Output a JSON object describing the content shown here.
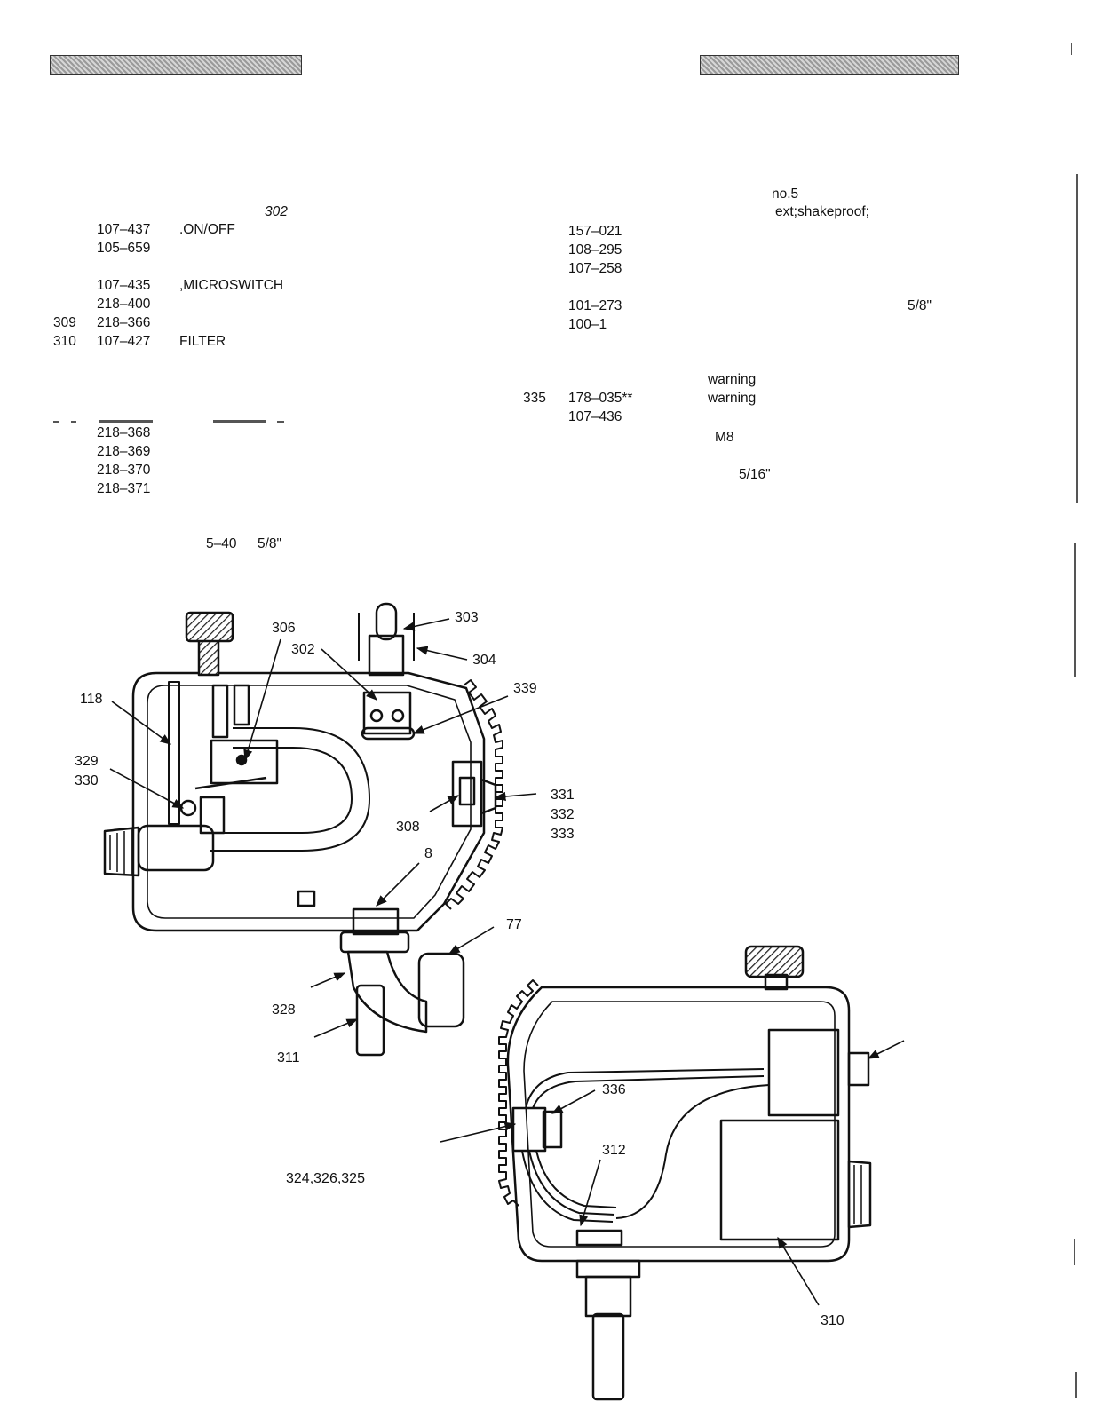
{
  "left_column": {
    "heading_fragment": "302",
    "rows": [
      {
        "item": "",
        "part": "107–437",
        "desc": ".ON/OFF"
      },
      {
        "item": "",
        "part": "105–659",
        "desc": ""
      },
      {
        "item": "",
        "part": "107–435",
        "desc": ",MICROSWITCH"
      },
      {
        "item": "",
        "part": "218–400",
        "desc": ""
      },
      {
        "item": "309",
        "part": "218–366",
        "desc": ""
      },
      {
        "item": "310",
        "part": "107–427",
        "desc": "FILTER"
      },
      {
        "item": "",
        "part": "218–368",
        "desc": ""
      },
      {
        "item": "",
        "part": "218–369",
        "desc": ""
      },
      {
        "item": "",
        "part": "218–370",
        "desc": ""
      },
      {
        "item": "",
        "part": "218–371",
        "desc": ""
      }
    ],
    "screw_note": {
      "size": "5–40",
      "length": "5/8\""
    }
  },
  "right_column": {
    "note_no": "no.5",
    "note_ext": "ext;shakeproof;",
    "rows": [
      {
        "item": "",
        "part": "157–021",
        "desc": ""
      },
      {
        "item": "",
        "part": "108–295",
        "desc": ""
      },
      {
        "item": "",
        "part": "107–258",
        "desc": ""
      },
      {
        "item": "",
        "part": "101–273",
        "desc": "5/8\""
      },
      {
        "item": "",
        "part": "100–1",
        "desc": ""
      },
      {
        "item": "",
        "part": "",
        "desc": "warning"
      },
      {
        "item": "335",
        "part": "178–035**",
        "desc": "warning"
      },
      {
        "item": "",
        "part": "107–436",
        "desc": ""
      },
      {
        "item": "",
        "part": "",
        "desc": "M8"
      },
      {
        "item": "",
        "part": "",
        "desc": "5/16\""
      }
    ]
  },
  "callouts": {
    "c303": "303",
    "c306": "306",
    "c302": "302",
    "c304": "304",
    "c339": "339",
    "c118": "118",
    "c329": "329",
    "c330": "330",
    "c331": "331",
    "c332": "332",
    "c333": "333",
    "c308": "308",
    "c8": "8",
    "c77": "77",
    "c328": "328",
    "c311": "311",
    "c336": "336",
    "c312": "312",
    "c324": "324,326,325",
    "c310": "310"
  }
}
